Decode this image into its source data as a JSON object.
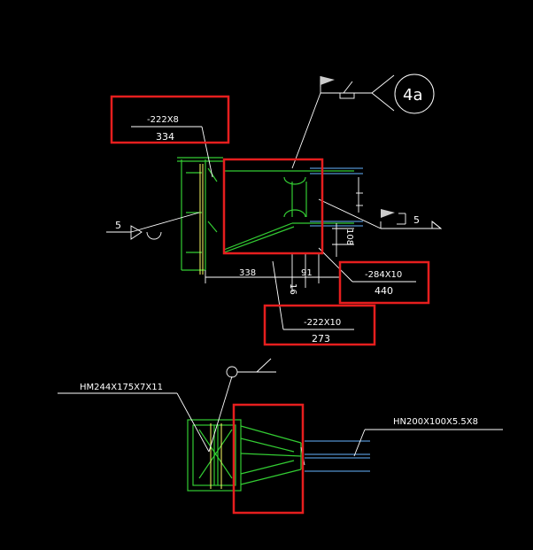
{
  "colors": {
    "background": "#000000",
    "white": "#ffffff",
    "green": "#33cc33",
    "red": "#e61e1e",
    "cyan": "#66b3ff",
    "yellow": "#ffff66"
  },
  "labels": {
    "plate_top_spec": "-222X8",
    "plate_top_length": "334",
    "plate_right_spec": "-284X10",
    "plate_right_length": "440",
    "plate_mid_spec": "-222X10",
    "plate_mid_length": "273",
    "detail_circle": "4a",
    "weld_left_size": "5",
    "weld_right_size": "5",
    "dim_338": "338",
    "dim_91": "91",
    "dim_16": "16",
    "dim_108": "108",
    "column_section": "HM244X175X7X11",
    "beam_section": "HN200X100X5.5X8"
  }
}
